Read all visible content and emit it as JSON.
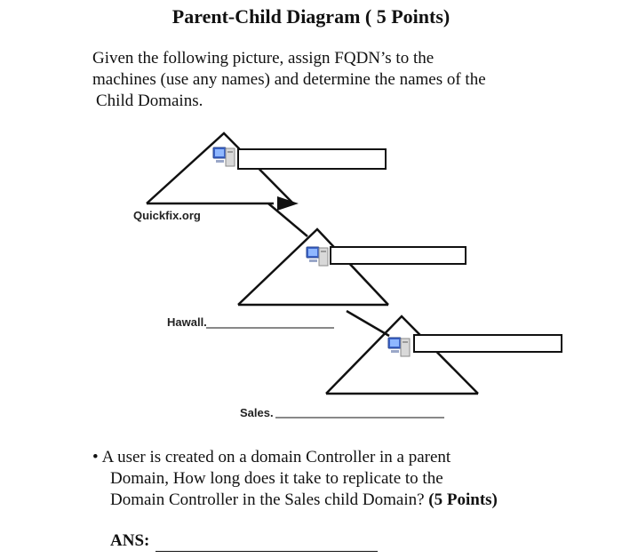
{
  "title": "Parent-Child Diagram ( 5 Points)",
  "question": {
    "line1": "Given the following picture, assign FQDN’s to the",
    "line2": "machines (use any names)  and  determine the names of the",
    "line3": "Child Domains."
  },
  "diagram": {
    "domains": [
      {
        "label": "Quickfix.org",
        "icon": "computer-icon"
      },
      {
        "label": "Hawall.",
        "icon": "computer-icon"
      },
      {
        "label": "Sales.",
        "icon": "computer-icon"
      }
    ]
  },
  "bullet_question": {
    "bullet": "•",
    "line1": "A user is created on a domain Controller in a parent",
    "line2": "Domain, How long does it take to replicate to the",
    "line3": "Domain Controller in the Sales child Domain?",
    "points": "(5 Points)"
  },
  "answer": {
    "label": "ANS:"
  }
}
